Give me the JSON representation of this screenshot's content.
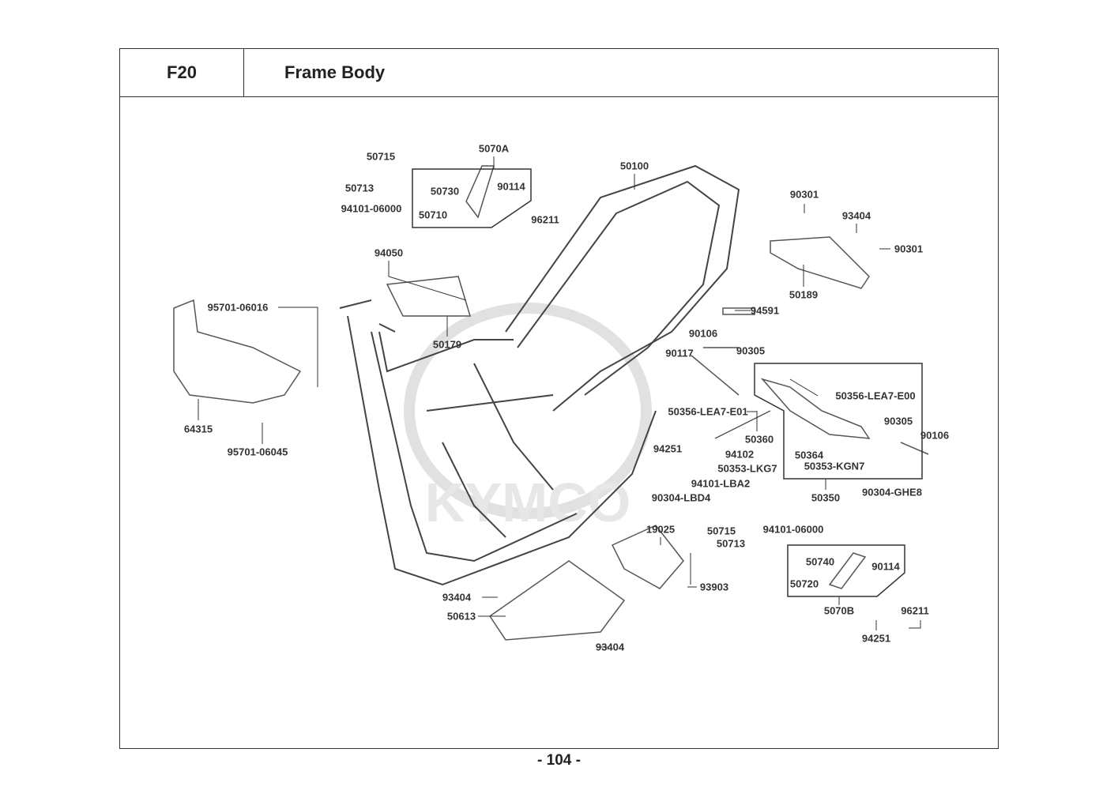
{
  "header": {
    "code": "F20",
    "title": "Frame Body"
  },
  "watermark": "KYMCO",
  "labels": [
    "50715",
    "5070A",
    "50100",
    "50713",
    "50730",
    "90114",
    "90301",
    "94101-06000",
    "50710",
    "96211",
    "93404",
    "90301",
    "94050",
    "50189",
    "95701-06016",
    "94591",
    "50179",
    "90106",
    "90117",
    "90305",
    "50356-LEA7-E00",
    "50356-LEA7-E01",
    "50360",
    "90305",
    "90106",
    "64315",
    "94251",
    "94102",
    "50364",
    "95701-06045",
    "50353-LKG7",
    "50353-KGN7",
    "94101-LBA2",
    "90304-LBD4",
    "50350",
    "90304-GHE8",
    "19025",
    "50715",
    "94101-06000",
    "50713",
    "50740",
    "90114",
    "50720",
    "93404",
    "93903",
    "50613",
    "5070B",
    "96211",
    "94251",
    "93404"
  ],
  "page_number": "- 104 -"
}
